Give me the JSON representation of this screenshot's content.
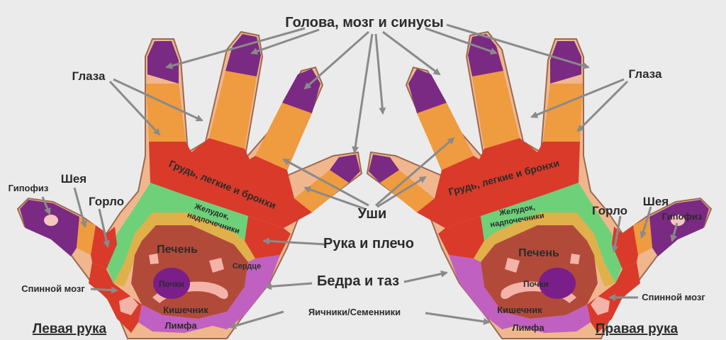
{
  "labels": {
    "head": "Голова, мозг и синусы",
    "eyes": "Глаза",
    "neck": "Шея",
    "pituitary": "Гипофиз",
    "throat": "Горло",
    "ears": "Уши",
    "arm_shoulder": "Рука и плечо",
    "hips_pelvis": "Бедра и таз",
    "spine": "Спинной мозг",
    "ovaries": "Яичники/Семенники",
    "left_hand": "Левая рука",
    "right_hand": "Правая рука"
  },
  "zones": {
    "chest": "Грудь, легкие и бронхи",
    "stomach": "Желудок,",
    "adrenals": "надпочечники",
    "liver": "Печень",
    "heart": "Сердце",
    "kidneys": "Почки",
    "intestine": "Кишечник",
    "lymph": "Лимфа"
  },
  "colors": {
    "background": "#ebebeb",
    "skin": "#f0b78f",
    "purple": "#7a2a82",
    "orange": "#ef9b40",
    "red": "#d93a2a",
    "green": "#6ed17a",
    "brown": "#b24a3a",
    "magenta": "#c060c0",
    "pink": "#f4b3a8"
  }
}
